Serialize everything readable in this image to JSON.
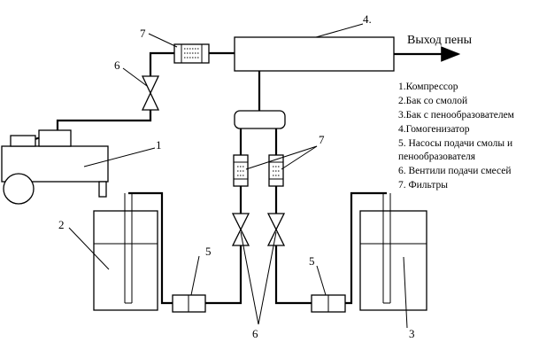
{
  "labels": {
    "compressor": "1",
    "resin_tank": "2",
    "foam_tank": "3",
    "homogenizer": "4.",
    "pump": "5",
    "valve": "6",
    "filter": "7"
  },
  "output_label": "Выход пены",
  "legend": [
    "1.Компрессор",
    "2.Бак со смолой",
    "3.Бак с пенообразователем",
    "4.Гомогенизатор",
    "5. Насосы подачи смолы и",
    "пенообразователя",
    "6. Вентили подачи смесей",
    "7. Фильтры"
  ]
}
